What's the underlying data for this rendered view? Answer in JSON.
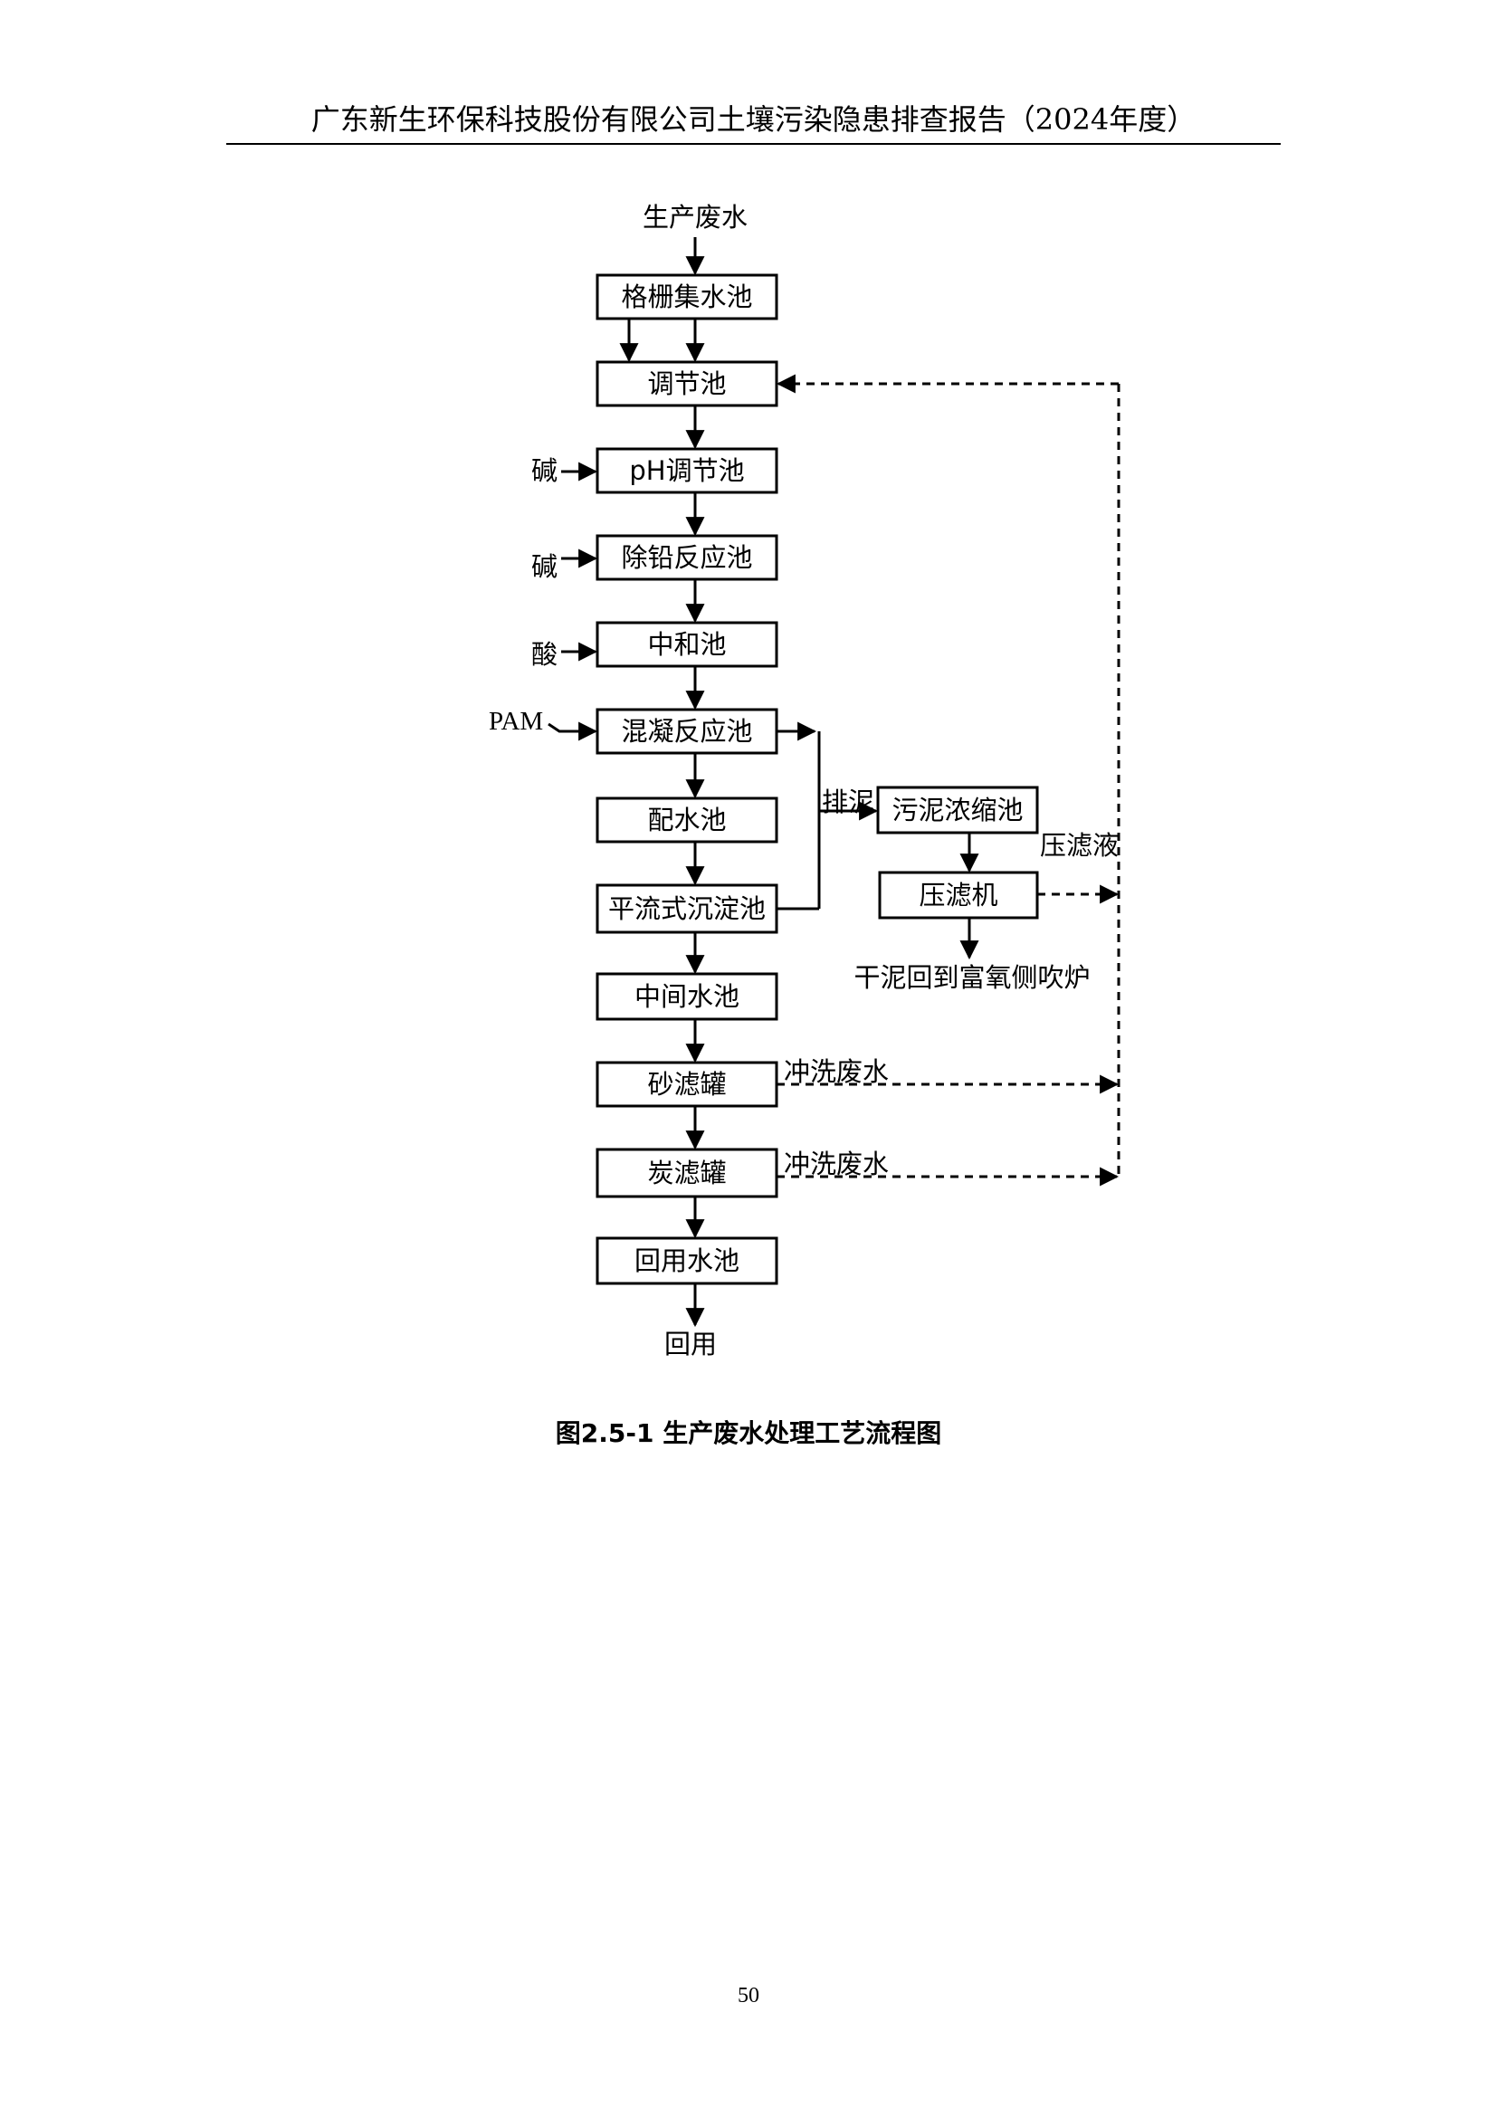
{
  "header": {
    "title": "广东新生环保科技股份有限公司土壤污染隐患排查报告（2024年度）"
  },
  "flowchart": {
    "input_label": "生产废水",
    "output_label": "回用",
    "main_steps": [
      "格栅集水池",
      "调节池",
      "pH调节池",
      "除铅反应池",
      "中和池",
      "混凝反应池",
      "配水池",
      "平流式沉淀池",
      "中间水池",
      "砂滤罐",
      "炭滤罐",
      "回用水池"
    ],
    "dosing": {
      "ph_tank": "碱",
      "lead_removal": "碱",
      "neutralization": "酸",
      "coagulation": "PAM"
    },
    "sludge_steps": [
      "污泥浓缩池",
      "压滤机"
    ],
    "sludge_discharge_label": "排泥",
    "filtrate_label": "压滤液",
    "dry_sludge_label": "干泥回到富氧侧吹炉",
    "sand_backwash_label": "冲洗废水",
    "carbon_backwash_label": "冲洗废水"
  },
  "caption": "图2.5-1  生产废水处理工艺流程图",
  "page_number": "50"
}
